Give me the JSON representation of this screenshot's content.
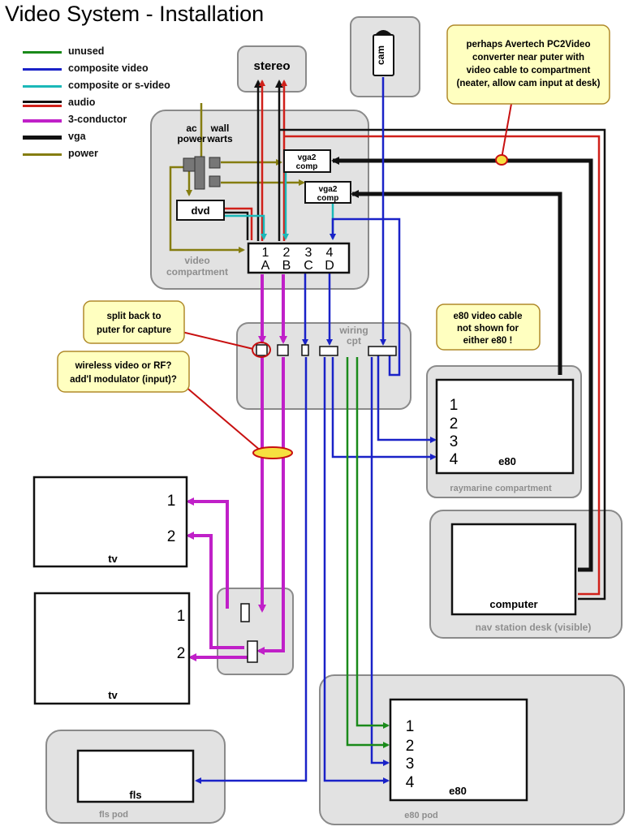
{
  "title": "Video System - Installation",
  "legend": [
    {
      "label": "unused",
      "color": "#1a8a1a",
      "dual": false
    },
    {
      "label": "composite video",
      "color": "#1a22c8",
      "dual": false
    },
    {
      "label": "composite or s-video",
      "color": "#1bb8b8",
      "dual": false
    },
    {
      "label": "audio",
      "colors": [
        "#111111",
        "#d0201a"
      ],
      "dual": true
    },
    {
      "label": "3-conductor",
      "color": "#c020c8",
      "dual": false
    },
    {
      "label": "vga",
      "color": "#111111",
      "dual": false
    },
    {
      "label": "power",
      "color": "#857d10",
      "dual": false
    }
  ],
  "boxes": {
    "stereo": "stereo",
    "cam": "cam",
    "ac_power": [
      "ac",
      "power"
    ],
    "wall_warts": [
      "wall",
      "warts"
    ],
    "vga2comp_1": [
      "vga2",
      "comp"
    ],
    "vga2comp_2": [
      "vga2",
      "comp"
    ],
    "dvd": "dvd",
    "video_compartment": [
      "video",
      "compartment"
    ],
    "inputs_top": [
      "1",
      "2",
      "3",
      "4"
    ],
    "inputs_bottom": [
      "A",
      "B",
      "C",
      "D"
    ],
    "wiring_cpt": [
      "wiring",
      "cpt"
    ],
    "raymarine_compartment": "raymarine compartment",
    "e80_top_label": "e80",
    "e80_top_ports": [
      "1",
      "2",
      "3",
      "4"
    ],
    "nav_station": "nav station desk (visible)",
    "computer": "computer",
    "tv1_label": "tv",
    "tv1_ports": [
      "1",
      "2"
    ],
    "tv2_label": "tv",
    "tv2_ports": [
      "1",
      "2"
    ],
    "fls_pod": "fls pod",
    "fls": "fls",
    "e80_pod": "e80 pod",
    "e80_bottom_label": "e80",
    "e80_bottom_ports": [
      "1",
      "2",
      "3",
      "4"
    ]
  },
  "notes": {
    "avertech": [
      "perhaps Avertech PC2Video",
      "converter near puter with",
      "video cable to compartment",
      "(neater, allow cam input at desk)"
    ],
    "split": [
      "split back to",
      "puter for capture"
    ],
    "wireless": [
      "wireless video or RF?",
      "add'l modulator (input)?"
    ],
    "e80_cable": [
      "e80 video cable",
      "not shown for",
      "either e80 !"
    ]
  },
  "colors": {
    "box_fill": "#e2e2e2",
    "box_stroke": "#8a8a8a",
    "note_fill": "#ffffc0",
    "note_stroke": "#b08a2a",
    "gray_label": "#8e8e8e",
    "red_marker": "#c81010",
    "marker_fill": "#f6e040"
  }
}
